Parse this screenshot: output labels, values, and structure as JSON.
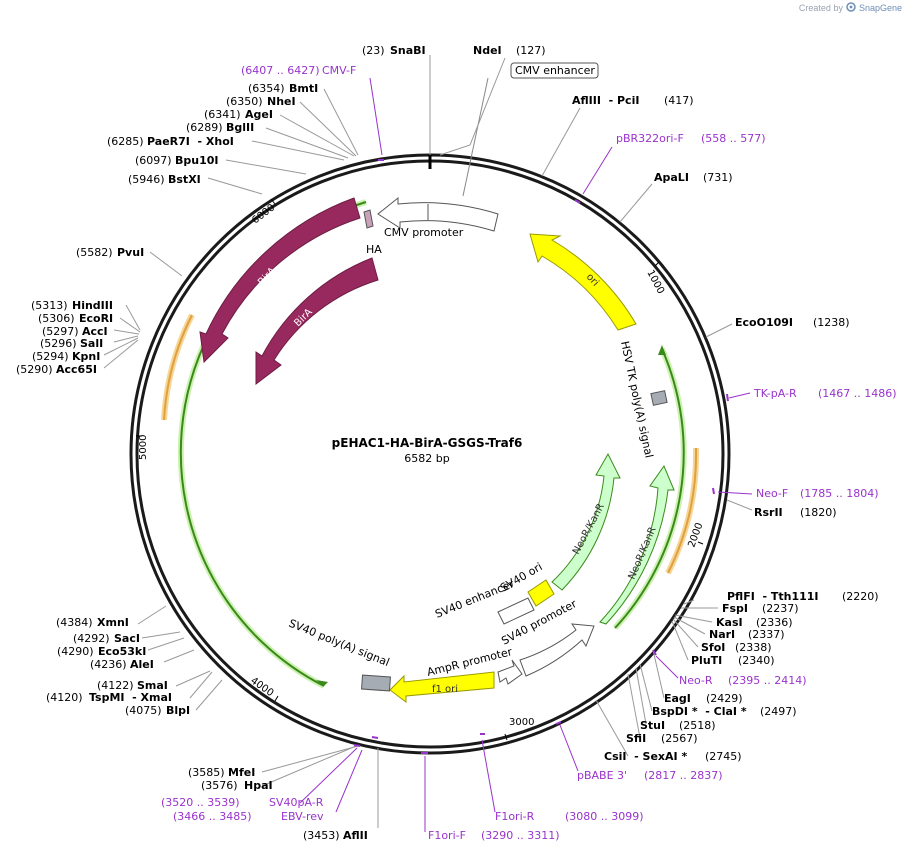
{
  "credit": {
    "prefix": "Created by",
    "brand": "SnapGene"
  },
  "plasmid": {
    "name": "pEHAC1-HA-BirA-GSGS-Traf6",
    "length_label": "6582 bp",
    "length": 6582
  },
  "ticks": [
    "1000",
    "2000",
    "3000",
    "4000",
    "5000",
    "6000"
  ],
  "sites": [
    {
      "pos": 23,
      "label": "SnaBI",
      "pos_label": "(23)"
    },
    {
      "pos": 127,
      "label": "NdeI",
      "pos_label": "(127)"
    },
    {
      "pos": 417,
      "label": "AflIII  - PciI",
      "pos_label": "(417)"
    },
    {
      "pos": 731,
      "label": "ApaLI",
      "pos_label": "(731)"
    },
    {
      "pos": 1238,
      "label": "EcoO109I",
      "pos_label": "(1238)"
    },
    {
      "pos": 1820,
      "label": "RsrII",
      "pos_label": "(1820)"
    },
    {
      "pos": 2220,
      "label": "PflFI  - Tth111I",
      "pos_label": "(2220)"
    },
    {
      "pos": 2237,
      "label": "FspI",
      "pos_label": "(2237)"
    },
    {
      "pos": 2336,
      "label": "KasI",
      "pos_label": "(2336)"
    },
    {
      "pos": 2337,
      "label": "NarI",
      "pos_label": "(2337)"
    },
    {
      "pos": 2338,
      "label": "SfoI",
      "pos_label": "(2338)"
    },
    {
      "pos": 2340,
      "label": "PluTI",
      "pos_label": "(2340)"
    },
    {
      "pos": 2429,
      "label": "EagI",
      "pos_label": "(2429)"
    },
    {
      "pos": 2497,
      "label": "BspDI *  - ClaI *",
      "pos_label": "(2497)"
    },
    {
      "pos": 2518,
      "label": "StuI",
      "pos_label": "(2518)"
    },
    {
      "pos": 2567,
      "label": "SfiI",
      "pos_label": "(2567)"
    },
    {
      "pos": 2745,
      "label": "CsiI  - SexAI *",
      "pos_label": "(2745)"
    },
    {
      "pos": 3453,
      "label": "AflII",
      "pos_label": "(3453)"
    },
    {
      "pos": 3576,
      "label": "HpaI",
      "pos_label": "(3576)"
    },
    {
      "pos": 3585,
      "label": "MfeI",
      "pos_label": "(3585)"
    },
    {
      "pos": 4075,
      "label": "BlpI",
      "pos_label": "(4075)"
    },
    {
      "pos": 4120,
      "label": "TspMI  - XmaI",
      "pos_label": "(4120)"
    },
    {
      "pos": 4122,
      "label": "SmaI",
      "pos_label": "(4122)"
    },
    {
      "pos": 4236,
      "label": "AleI",
      "pos_label": "(4236)"
    },
    {
      "pos": 4290,
      "label": "Eco53kI",
      "pos_label": "(4290)"
    },
    {
      "pos": 4292,
      "label": "SacI",
      "pos_label": "(4292)"
    },
    {
      "pos": 4384,
      "label": "XmnI",
      "pos_label": "(4384)"
    },
    {
      "pos": 5290,
      "label": "Acc65I",
      "pos_label": "(5290)"
    },
    {
      "pos": 5294,
      "label": "KpnI",
      "pos_label": "(5294)"
    },
    {
      "pos": 5296,
      "label": "SalI",
      "pos_label": "(5296)"
    },
    {
      "pos": 5297,
      "label": "AccI",
      "pos_label": "(5297)"
    },
    {
      "pos": 5306,
      "label": "EcoRI",
      "pos_label": "(5306)"
    },
    {
      "pos": 5313,
      "label": "HindIII",
      "pos_label": "(5313)"
    },
    {
      "pos": 5582,
      "label": "PvuI",
      "pos_label": "(5582)"
    },
    {
      "pos": 5946,
      "label": "BstXI",
      "pos_label": "(5946)"
    },
    {
      "pos": 6097,
      "label": "Bpu10I",
      "pos_label": "(6097)"
    },
    {
      "pos": 6285,
      "label": "PaeR7I  - XhoI",
      "pos_label": "(6285)"
    },
    {
      "pos": 6289,
      "label": "BglII",
      "pos_label": "(6289)"
    },
    {
      "pos": 6341,
      "label": "AgeI",
      "pos_label": "(6341)"
    },
    {
      "pos": 6350,
      "label": "NheI",
      "pos_label": "(6350)"
    },
    {
      "pos": 6354,
      "label": "BmtI",
      "pos_label": "(6354)"
    }
  ],
  "primers": [
    {
      "label": "CMV-F",
      "range": "(6407 .. 6427)"
    },
    {
      "label": "pBR322ori-F",
      "range": "(558 .. 577)"
    },
    {
      "label": "TK-pA-R",
      "range": "(1467 .. 1486)"
    },
    {
      "label": "Neo-F",
      "range": "(1785 .. 1804)"
    },
    {
      "label": "Neo-R",
      "range": "(2395 .. 2414)"
    },
    {
      "label": "pBABE 3'",
      "range": "(2817 .. 2837)"
    },
    {
      "label": "F1ori-R",
      "range": "(3080 .. 3099)"
    },
    {
      "label": "F1ori-F",
      "range": "(3290 .. 3311)"
    },
    {
      "label": "SV40pA-R",
      "range": "(3520 .. 3539)"
    },
    {
      "label": "EBV-rev",
      "range": "(3466 .. 3485)"
    }
  ],
  "features": [
    {
      "label": "CMV enhancer",
      "type": "boxed-label"
    },
    {
      "label": "CMV promoter"
    },
    {
      "label": "HA"
    },
    {
      "label": "BirA",
      "inside": true
    },
    {
      "label": "BirA",
      "inside": true
    },
    {
      "label": "ori",
      "inside": true
    },
    {
      "label": "HSV TK poly(A) signal"
    },
    {
      "label": "NeoR/KanR",
      "inside": true
    },
    {
      "label": "NeoR/KanR",
      "inside": true
    },
    {
      "label": "SV40 ori"
    },
    {
      "label": "SV40 enhancer"
    },
    {
      "label": "SV40 promoter"
    },
    {
      "label": "AmpR promoter"
    },
    {
      "label": "f1 ori",
      "inside": true
    },
    {
      "label": "SV40 poly(A) signal"
    }
  ],
  "colors": {
    "backbone": "#1a1a1a",
    "primer": "#9933cc",
    "cds": "#98295e",
    "ori": "#ffff00",
    "marker": "#ccffcc",
    "promoter": "#ffffff",
    "polyA": "#a6acb3",
    "orf_green": "#3a8a1a",
    "orf_orange": "#e0a040"
  }
}
